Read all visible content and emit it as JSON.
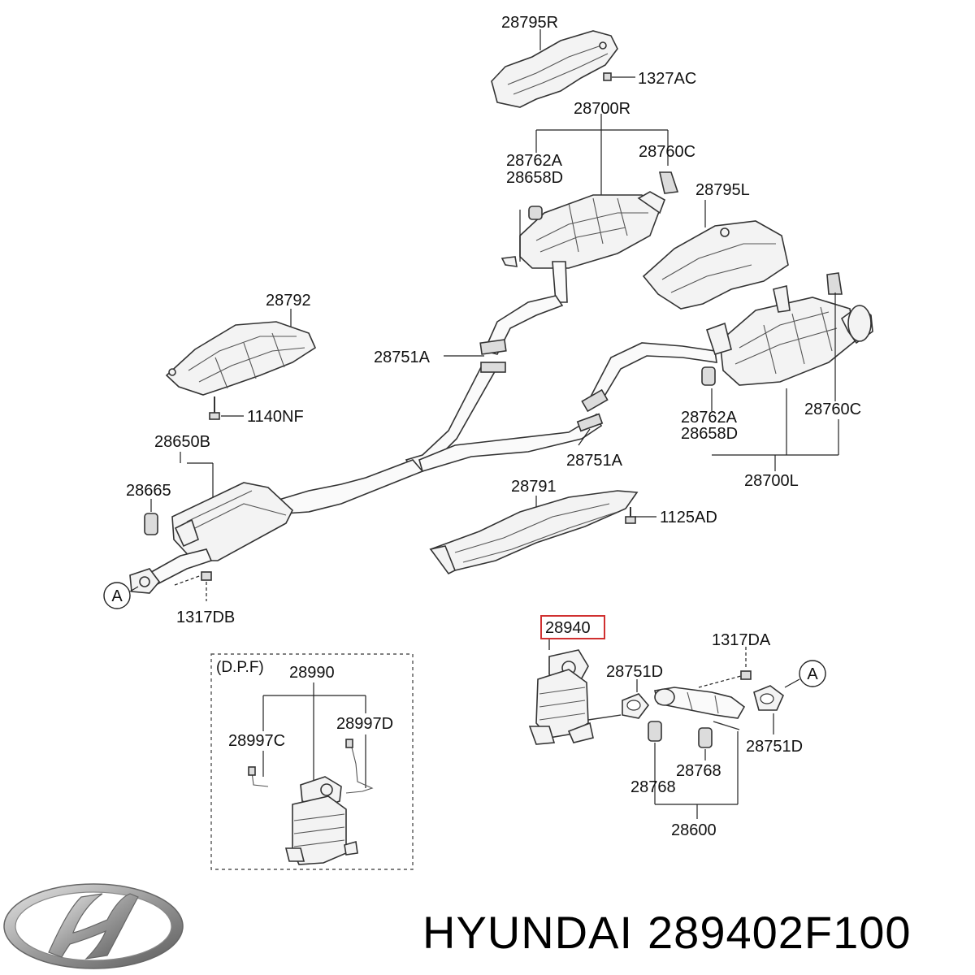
{
  "labels": {
    "l28795R": "28795R",
    "l1327AC": "1327AC",
    "l28700R": "28700R",
    "l28762A_top": "28762A",
    "l28658D_top": "28658D",
    "l28760C_top": "28760C",
    "l28795L": "28795L",
    "l28792": "28792",
    "l28751A_left": "28751A",
    "l1140NF": "1140NF",
    "l28650B": "28650B",
    "l28665": "28665",
    "l28751A_mid": "28751A",
    "l28762A_right": "28762A",
    "l28658D_right": "28658D",
    "l28760C_right": "28760C",
    "l28700L": "28700L",
    "l28791": "28791",
    "l1125AD": "1125AD",
    "lA_left": "A",
    "l1317DB": "1317DB",
    "l28940": "28940",
    "l1317DA": "1317DA",
    "l28751D_top": "28751D",
    "lA_right": "A",
    "l28751D_right": "28751D",
    "l28768_a": "28768",
    "l28768_b": "28768",
    "l28600": "28600",
    "lDPF": "(D.P.F)",
    "l28990": "28990",
    "l28997C": "28997C",
    "l28997D": "28997D"
  },
  "caption": {
    "brand": "HYUNDAI",
    "part_number": "289402F100"
  },
  "colors": {
    "highlight_box": "#d03030",
    "logo_metal": "#9a9a9a"
  },
  "icons": {
    "logo": "hyundai-logo-icon"
  }
}
